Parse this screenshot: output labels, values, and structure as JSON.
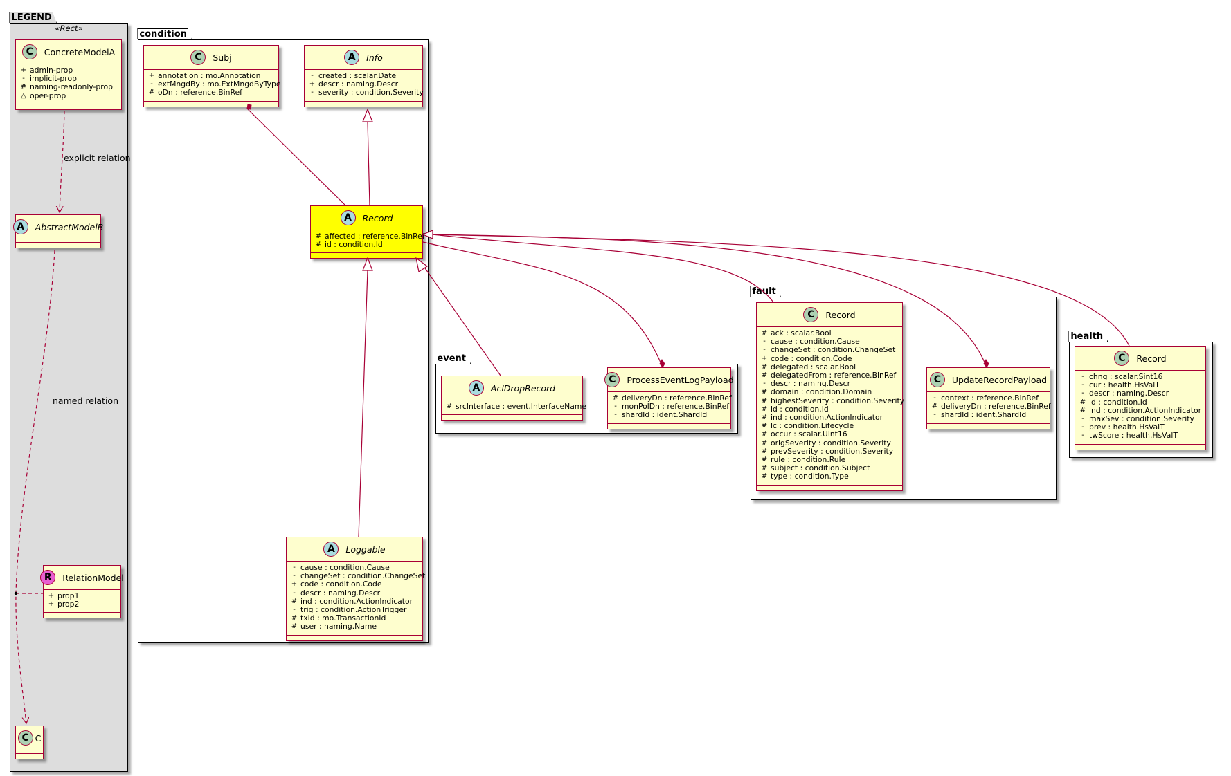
{
  "legend": {
    "tab": "LEGEND",
    "stereotype": "«Rect»",
    "classes": {
      "concrete": {
        "badge": "C",
        "name": "ConcreteModelA",
        "props": [
          {
            "v": "+",
            "t": "admin-prop"
          },
          {
            "v": "-",
            "t": "implicit-prop"
          },
          {
            "v": "#",
            "t": "naming-readonly-prop"
          },
          {
            "v": "△",
            "t": "oper-prop"
          }
        ]
      },
      "abstract": {
        "badge": "A",
        "name": "AbstractModelB"
      },
      "relation": {
        "badge": "R",
        "name": "RelationModel",
        "props": [
          {
            "v": "+",
            "t": "prop1"
          },
          {
            "v": "+",
            "t": "prop2"
          }
        ]
      },
      "c": {
        "badge": "C",
        "name": "C"
      }
    },
    "labels": {
      "explicit": "explicit relation",
      "named": "named relation"
    }
  },
  "packages": {
    "condition": {
      "tab": "condition",
      "subj": {
        "badge": "C",
        "name": "Subj",
        "props": [
          {
            "v": "+",
            "t": "annotation : mo.Annotation"
          },
          {
            "v": "-",
            "t": "extMngdBy : mo.ExtMngdByType"
          },
          {
            "v": "#",
            "t": "oDn : reference.BinRef"
          }
        ]
      },
      "info": {
        "badge": "A",
        "name": "Info",
        "props": [
          {
            "v": "-",
            "t": "created : scalar.Date"
          },
          {
            "v": "+",
            "t": "descr : naming.Descr"
          },
          {
            "v": "-",
            "t": "severity : condition.Severity"
          }
        ]
      },
      "record": {
        "badge": "A",
        "name": "Record",
        "props": [
          {
            "v": "#",
            "t": "affected : reference.BinRef"
          },
          {
            "v": "#",
            "t": "id : condition.Id"
          }
        ]
      },
      "loggable": {
        "badge": "A",
        "name": "Loggable",
        "props": [
          {
            "v": "-",
            "t": "cause : condition.Cause"
          },
          {
            "v": "-",
            "t": "changeSet : condition.ChangeSet"
          },
          {
            "v": "+",
            "t": "code : condition.Code"
          },
          {
            "v": "-",
            "t": "descr : naming.Descr"
          },
          {
            "v": "#",
            "t": "ind : condition.ActionIndicator"
          },
          {
            "v": "-",
            "t": "trig : condition.ActionTrigger"
          },
          {
            "v": "#",
            "t": "txId : mo.TransactionId"
          },
          {
            "v": "#",
            "t": "user : naming.Name"
          }
        ]
      }
    },
    "event": {
      "tab": "event",
      "acl": {
        "badge": "A",
        "name": "AclDropRecord",
        "props": [
          {
            "v": "#",
            "t": "srcInterface : event.InterfaceName"
          }
        ]
      },
      "pel": {
        "badge": "C",
        "name": "ProcessEventLogPayload",
        "props": [
          {
            "v": "#",
            "t": "deliveryDn : reference.BinRef"
          },
          {
            "v": "-",
            "t": "monPolDn : reference.BinRef"
          },
          {
            "v": "-",
            "t": "shardId : ident.ShardId"
          }
        ]
      }
    },
    "fault": {
      "tab": "fault",
      "record": {
        "badge": "C",
        "name": "Record",
        "props": [
          {
            "v": "#",
            "t": "ack : scalar.Bool"
          },
          {
            "v": "-",
            "t": "cause : condition.Cause"
          },
          {
            "v": "-",
            "t": "changeSet : condition.ChangeSet"
          },
          {
            "v": "+",
            "t": "code : condition.Code"
          },
          {
            "v": "#",
            "t": "delegated : scalar.Bool"
          },
          {
            "v": "#",
            "t": "delegatedFrom : reference.BinRef"
          },
          {
            "v": "-",
            "t": "descr : naming.Descr"
          },
          {
            "v": "#",
            "t": "domain : condition.Domain"
          },
          {
            "v": "#",
            "t": "highestSeverity : condition.Severity"
          },
          {
            "v": "#",
            "t": "id : condition.Id"
          },
          {
            "v": "#",
            "t": "ind : condition.ActionIndicator"
          },
          {
            "v": "#",
            "t": "lc : condition.Lifecycle"
          },
          {
            "v": "#",
            "t": "occur : scalar.Uint16"
          },
          {
            "v": "#",
            "t": "origSeverity : condition.Severity"
          },
          {
            "v": "#",
            "t": "prevSeverity : condition.Severity"
          },
          {
            "v": "#",
            "t": "rule : condition.Rule"
          },
          {
            "v": "#",
            "t": "subject : condition.Subject"
          },
          {
            "v": "#",
            "t": "type : condition.Type"
          }
        ]
      },
      "urp": {
        "badge": "C",
        "name": "UpdateRecordPayload",
        "props": [
          {
            "v": "-",
            "t": "context : reference.BinRef"
          },
          {
            "v": "#",
            "t": "deliveryDn : reference.BinRef"
          },
          {
            "v": "-",
            "t": "shardId : ident.ShardId"
          }
        ]
      }
    },
    "health": {
      "tab": "health",
      "record": {
        "badge": "C",
        "name": "Record",
        "props": [
          {
            "v": "-",
            "t": "chng : scalar.Sint16"
          },
          {
            "v": "-",
            "t": "cur : health.HsValT"
          },
          {
            "v": "-",
            "t": "descr : naming.Descr"
          },
          {
            "v": "#",
            "t": "id : condition.Id"
          },
          {
            "v": "#",
            "t": "ind : condition.ActionIndicator"
          },
          {
            "v": "-",
            "t": "maxSev : condition.Severity"
          },
          {
            "v": "-",
            "t": "prev : health.HsValT"
          },
          {
            "v": "-",
            "t": "twScore : health.HsValT"
          }
        ]
      }
    }
  },
  "colors": {
    "class_fill": "#fefece",
    "class_border": "#a80036",
    "highlight_fill": "#ffff00",
    "legend_fill": "#dddddd",
    "edge": "#a80036",
    "badge_class": "#add1b2",
    "badge_abstract": "#a9dcdf",
    "badge_relation": "#e85ed1"
  }
}
